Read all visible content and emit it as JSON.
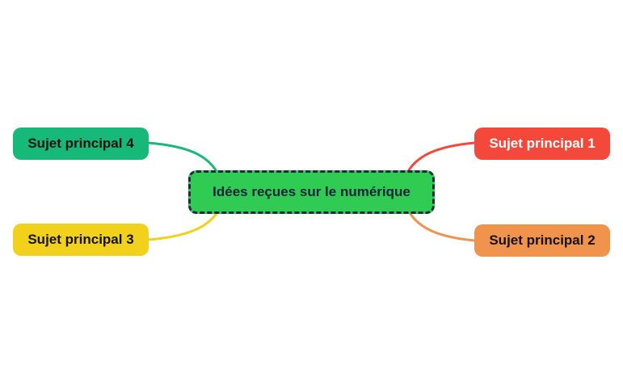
{
  "canvas": {
    "background_color": "#ffffff"
  },
  "mindmap": {
    "central": {
      "label": "Idées reçues sur le numérique",
      "bg_color": "#2fcb53",
      "border_color": "#1d2b3c",
      "border_style": "dashed",
      "text_color": "#15233d"
    },
    "branches": [
      {
        "label": "Sujet principal 1",
        "position": "top-right",
        "bg_color": "#f4483b",
        "text_color": "#ffffff",
        "line_color": "#f4483b"
      },
      {
        "label": "Sujet principal 2",
        "position": "bottom-right",
        "bg_color": "#f0934d",
        "text_color": "#131313",
        "line_color": "#f0934d"
      },
      {
        "label": "Sujet principal 3",
        "position": "bottom-left",
        "bg_color": "#f2d11c",
        "text_color": "#131313",
        "line_color": "#f2d11c"
      },
      {
        "label": "Sujet principal 4",
        "position": "top-left",
        "bg_color": "#17b978",
        "text_color": "#131313",
        "line_color": "#17b978"
      }
    ]
  }
}
